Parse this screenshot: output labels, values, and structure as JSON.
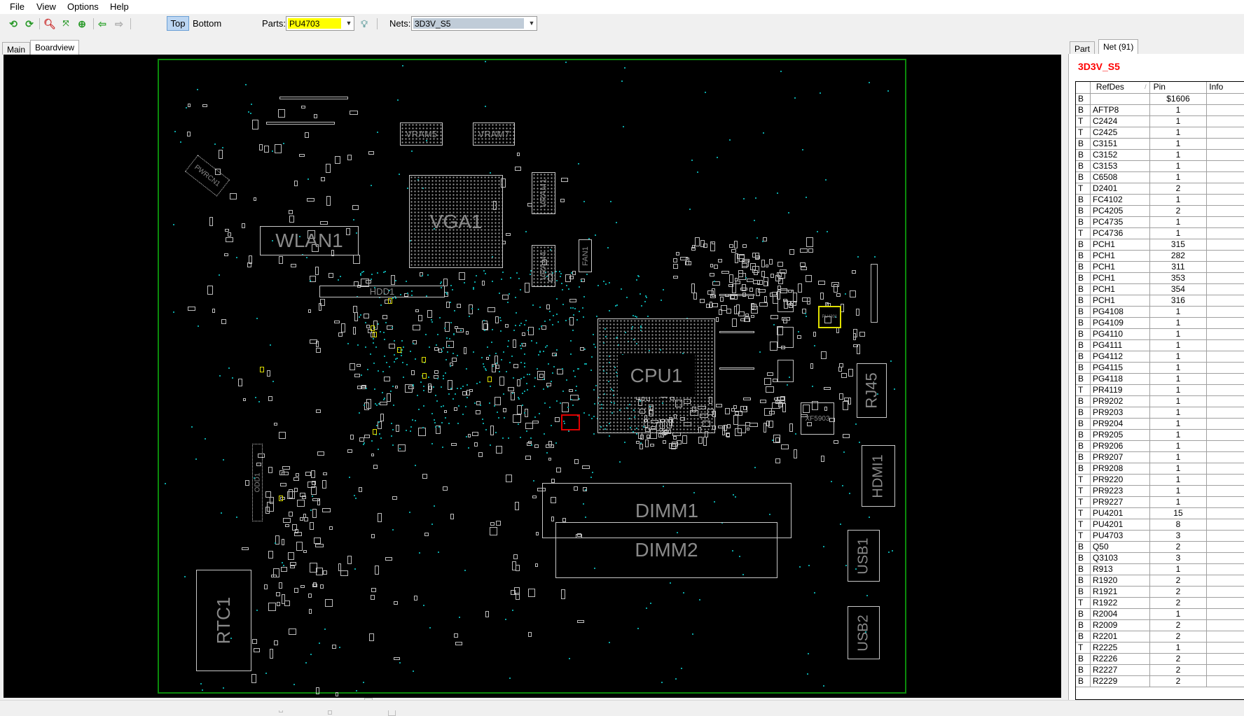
{
  "menu": [
    "File",
    "View",
    "Options",
    "Help"
  ],
  "toolbar": {
    "icons": [
      "refresh-icon",
      "reload-icon",
      "zoom-out-icon",
      "fit-to-screen-icon",
      "zoom-in-icon",
      "back-arrow-icon",
      "forward-arrow-icon"
    ],
    "top_label": "Top",
    "bottom_label": "Bottom",
    "parts_label": "Parts:",
    "parts_value": "PU4703",
    "nets_label": "Nets:",
    "nets_value": "3D3V_S5",
    "highlight_color": "#ffff00"
  },
  "tabs": {
    "main": "Main",
    "boardview": "Boardview"
  },
  "board": {
    "outline_color": "#0b8a0b",
    "components": {
      "vram5": "VRAM5",
      "vram7": "VRAM7",
      "vga1": "VGA1",
      "vram1": "VRAM1",
      "vram4": "VRAM4",
      "fan1": "FAN1",
      "wlan1": "WLAN1",
      "hdd1": "HDD1",
      "pwrcn1": "PWRCN1",
      "cpu1": "CPU1",
      "dimm1": "DIMM1",
      "dimm2": "DIMM2",
      "rj45": "RJ45",
      "xf5903": "XF5903",
      "hdmi1": "HDMI1",
      "usb1": "USB1",
      "usb2": "USB2",
      "rtc1": "RTC1",
      "odd1": "ODD1",
      "pu4301": "PU4301"
    }
  },
  "panel": {
    "tabs": {
      "part": "Part",
      "net": "Net (91)"
    },
    "net_name": "3D3V_S5",
    "columns": [
      "",
      "RefDes",
      "Pin",
      "Info"
    ],
    "rows": [
      [
        "B",
        "",
        "$1606"
      ],
      [
        "B",
        "AFTP8",
        "1"
      ],
      [
        "T",
        "C2424",
        "1"
      ],
      [
        "T",
        "C2425",
        "1"
      ],
      [
        "B",
        "C3151",
        "1"
      ],
      [
        "B",
        "C3152",
        "1"
      ],
      [
        "B",
        "C3153",
        "1"
      ],
      [
        "B",
        "C6508",
        "1"
      ],
      [
        "T",
        "D2401",
        "2"
      ],
      [
        "B",
        "FC4102",
        "1"
      ],
      [
        "B",
        "PC4205",
        "2"
      ],
      [
        "B",
        "PC4735",
        "1"
      ],
      [
        "T",
        "PC4736",
        "1"
      ],
      [
        "B",
        "PCH1",
        "315"
      ],
      [
        "B",
        "PCH1",
        "282"
      ],
      [
        "B",
        "PCH1",
        "311"
      ],
      [
        "B",
        "PCH1",
        "353"
      ],
      [
        "B",
        "PCH1",
        "354"
      ],
      [
        "B",
        "PCH1",
        "316"
      ],
      [
        "B",
        "PG4108",
        "1"
      ],
      [
        "B",
        "PG4109",
        "1"
      ],
      [
        "B",
        "PG4110",
        "1"
      ],
      [
        "B",
        "PG4111",
        "1"
      ],
      [
        "B",
        "PG4112",
        "1"
      ],
      [
        "B",
        "PG4115",
        "1"
      ],
      [
        "B",
        "PG4118",
        "1"
      ],
      [
        "T",
        "PR4119",
        "1"
      ],
      [
        "B",
        "PR9202",
        "1"
      ],
      [
        "B",
        "PR9203",
        "1"
      ],
      [
        "B",
        "PR9204",
        "1"
      ],
      [
        "B",
        "PR9205",
        "1"
      ],
      [
        "B",
        "PR9206",
        "1"
      ],
      [
        "B",
        "PR9207",
        "1"
      ],
      [
        "B",
        "PR9208",
        "1"
      ],
      [
        "T",
        "PR9220",
        "1"
      ],
      [
        "T",
        "PR9223",
        "1"
      ],
      [
        "T",
        "PR9227",
        "1"
      ],
      [
        "T",
        "PU4201",
        "15"
      ],
      [
        "T",
        "PU4201",
        "8"
      ],
      [
        "T",
        "PU4703",
        "3"
      ],
      [
        "B",
        "Q50",
        "2"
      ],
      [
        "B",
        "Q3103",
        "3"
      ],
      [
        "B",
        "R913",
        "1"
      ],
      [
        "B",
        "R1920",
        "2"
      ],
      [
        "B",
        "R1921",
        "2"
      ],
      [
        "T",
        "R1922",
        "2"
      ],
      [
        "B",
        "R2004",
        "1"
      ],
      [
        "B",
        "R2009",
        "2"
      ],
      [
        "B",
        "R2201",
        "2"
      ],
      [
        "T",
        "R2225",
        "1"
      ],
      [
        "B",
        "R2226",
        "2"
      ],
      [
        "B",
        "R2227",
        "2"
      ],
      [
        "B",
        "R2229",
        "2"
      ]
    ]
  }
}
